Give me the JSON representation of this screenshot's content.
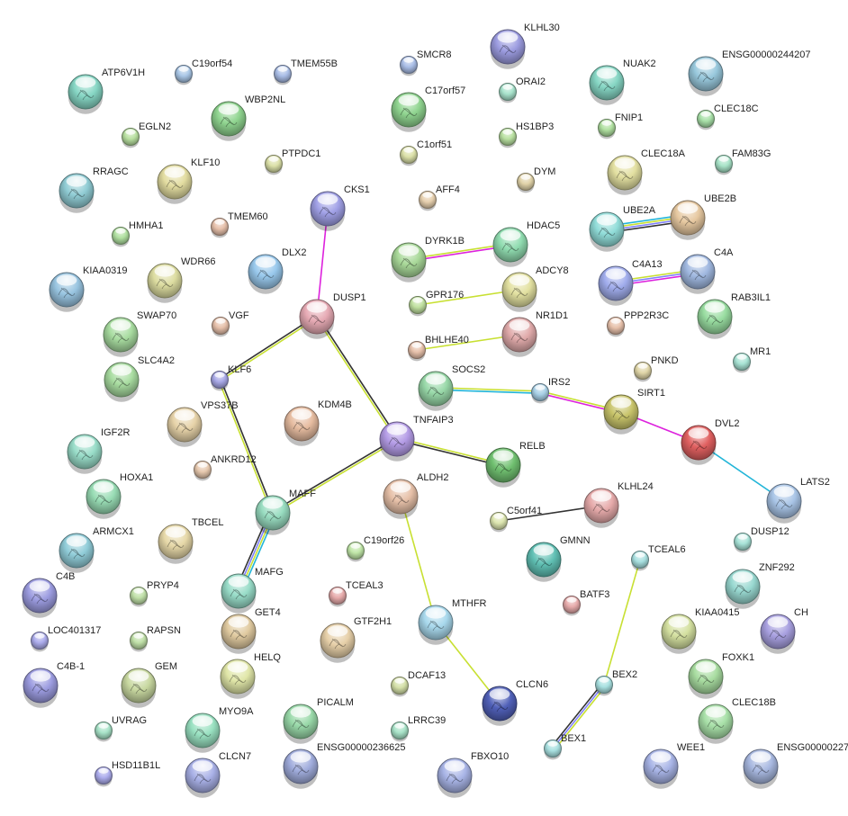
{
  "evidence_colors": {
    "text": "#c8e032",
    "coexp": "#333333",
    "exp": "#dd22dd",
    "db": "#22b5d8",
    "homology": "#8080ff"
  },
  "nodes": [
    {
      "name": "ATP6V1H",
      "color": "#86d6c4"
    },
    {
      "name": "C19orf54",
      "color": "#a9c6e6"
    },
    {
      "name": "TMEM55B",
      "color": "#a9bde6"
    },
    {
      "name": "SMCR8",
      "color": "#a9bde6"
    },
    {
      "name": "KLHL30",
      "color": "#9c9ce0"
    },
    {
      "name": "WBP2NL",
      "color": "#8fd48f"
    },
    {
      "name": "C17orf57",
      "color": "#8fd48f"
    },
    {
      "name": "ORAI2",
      "color": "#a8e3cc"
    },
    {
      "name": "NUAK2",
      "color": "#86d6c4"
    },
    {
      "name": "ENSG00000244207",
      "color": "#98c8dc"
    },
    {
      "name": "EGLN2",
      "color": "#b8e0a0"
    },
    {
      "name": "HS1BP3",
      "color": "#b8e0a0"
    },
    {
      "name": "FNIP1",
      "color": "#b0e0a0"
    },
    {
      "name": "CLEC18C",
      "color": "#a8e0a8"
    },
    {
      "name": "PTPDC1",
      "color": "#dbe0a8"
    },
    {
      "name": "C1orf51",
      "color": "#dbe0a8"
    },
    {
      "name": "RRAGC",
      "color": "#90ccd4"
    },
    {
      "name": "KLF10",
      "color": "#e2dca0"
    },
    {
      "name": "CLEC18A",
      "color": "#e2dfa0"
    },
    {
      "name": "DYM",
      "color": "#e0d2a8"
    },
    {
      "name": "FAM83G",
      "color": "#a8e3c8"
    },
    {
      "name": "AFF4",
      "color": "#e6cfae"
    },
    {
      "name": "CKS1",
      "color": "#a0a0e6"
    },
    {
      "name": "TMEM60",
      "color": "#e6c0aa"
    },
    {
      "name": "HMHA1",
      "color": "#b0e0a0"
    },
    {
      "name": "UBE2A",
      "color": "#90dcd8"
    },
    {
      "name": "UBE2B",
      "color": "#e6c8a0"
    },
    {
      "name": "DLX2",
      "color": "#98c8ec"
    },
    {
      "name": "DYRK1B",
      "color": "#a8d898"
    },
    {
      "name": "HDAC5",
      "color": "#90dcb0"
    },
    {
      "name": "KIAA0319",
      "color": "#98c4e0"
    },
    {
      "name": "WDR66",
      "color": "#dcdca0"
    },
    {
      "name": "C4A13",
      "color": "#a0acec"
    },
    {
      "name": "C4A",
      "color": "#a0b8e0"
    },
    {
      "name": "GPR176",
      "color": "#c0e0a0"
    },
    {
      "name": "ADCY8",
      "color": "#e2e0a0"
    },
    {
      "name": "DUSP1",
      "color": "#e6aab4"
    },
    {
      "name": "RAB3IL1",
      "color": "#98dca0"
    },
    {
      "name": "PPP2R3C",
      "color": "#e6c0aa"
    },
    {
      "name": "SWAP70",
      "color": "#a8dca0"
    },
    {
      "name": "VGF",
      "color": "#e6c0aa"
    },
    {
      "name": "NR1D1",
      "color": "#e0aaaa"
    },
    {
      "name": "BHLHE40",
      "color": "#e6c0aa"
    },
    {
      "name": "MR1",
      "color": "#a8e3d4"
    },
    {
      "name": "PNKD",
      "color": "#e0d6a8"
    },
    {
      "name": "SLC4A2",
      "color": "#a8dca0"
    },
    {
      "name": "KLF6",
      "color": "#a8a8e6"
    },
    {
      "name": "SOCS2",
      "color": "#98d8a8"
    },
    {
      "name": "IRS2",
      "color": "#a8d0e6"
    },
    {
      "name": "SIRT1",
      "color": "#c8c46a"
    },
    {
      "name": "VPS37B",
      "color": "#e6d2a8"
    },
    {
      "name": "KDM4B",
      "color": "#e6bca0"
    },
    {
      "name": "TNFAIP3",
      "color": "#b49ce6"
    },
    {
      "name": "DVL2",
      "color": "#e06060"
    },
    {
      "name": "IGF2R",
      "color": "#98dcc8"
    },
    {
      "name": "RELB",
      "color": "#70c070"
    },
    {
      "name": "ANKRD12",
      "color": "#e6c8ae"
    },
    {
      "name": "ALDH2",
      "color": "#e6c0a8"
    },
    {
      "name": "LATS2",
      "color": "#a8c4e6"
    },
    {
      "name": "HOXA1",
      "color": "#98dcb4"
    },
    {
      "name": "MAFF",
      "color": "#98dcc0"
    },
    {
      "name": "KLHL24",
      "color": "#e6aaaa"
    },
    {
      "name": "C5orf41",
      "color": "#dde6b0"
    },
    {
      "name": "TBCEL",
      "color": "#e6d8a8"
    },
    {
      "name": "ARMCX1",
      "color": "#90ccd8"
    },
    {
      "name": "C19orf26",
      "color": "#c0e6a8"
    },
    {
      "name": "GMNN",
      "color": "#60c0b4"
    },
    {
      "name": "DUSP12",
      "color": "#a8e3d8"
    },
    {
      "name": "TCEAL6",
      "color": "#a8e0e0"
    },
    {
      "name": "ZNF292",
      "color": "#98d8d0"
    },
    {
      "name": "C4B",
      "color": "#9c9ce0"
    },
    {
      "name": "PRYP4",
      "color": "#c0e0a8"
    },
    {
      "name": "MAFG",
      "color": "#98dcc8"
    },
    {
      "name": "TCEAL3",
      "color": "#e6aaaa"
    },
    {
      "name": "BATF3",
      "color": "#e6aaaa"
    },
    {
      "name": "GET4",
      "color": "#e0caa0"
    },
    {
      "name": "LOC401317",
      "color": "#acacec"
    },
    {
      "name": "RAPSN",
      "color": "#c0e0a8"
    },
    {
      "name": "MTHFR",
      "color": "#a8d8ec"
    },
    {
      "name": "GTF2H1",
      "color": "#e6cfa8"
    },
    {
      "name": "KIAA0415",
      "color": "#d4e0a0"
    },
    {
      "name": "CH",
      "color": "#a8a0e0"
    },
    {
      "name": "C4B-1",
      "color": "#9c9ce0"
    },
    {
      "name": "GEM",
      "color": "#c8d8a0"
    },
    {
      "name": "HELQ",
      "color": "#e0e6a8"
    },
    {
      "name": "DCAF13",
      "color": "#d4e0a8"
    },
    {
      "name": "FOXK1",
      "color": "#a8dca0"
    },
    {
      "name": "BEX2",
      "color": "#a8e0e0"
    },
    {
      "name": "CLCN6",
      "color": "#5060b8"
    },
    {
      "name": "PICALM",
      "color": "#98d8a8"
    },
    {
      "name": "CLEC18B",
      "color": "#a8e0a8"
    },
    {
      "name": "MYO9A",
      "color": "#98e0c0"
    },
    {
      "name": "UVRAG",
      "color": "#a8e3c8"
    },
    {
      "name": "LRRC39",
      "color": "#a8e3c8"
    },
    {
      "name": "BEX1",
      "color": "#a8e0e0"
    },
    {
      "name": "ENSG00000236625",
      "color": "#a0acdc"
    },
    {
      "name": "WEE1",
      "color": "#a8b4e6"
    },
    {
      "name": "ENSG00000227",
      "color": "#a8b8e0"
    },
    {
      "name": "CLCN7",
      "color": "#a8b0e6"
    },
    {
      "name": "FBXO10",
      "color": "#a8b4e6"
    },
    {
      "name": "HSD11B1L",
      "color": "#acacec"
    }
  ],
  "edges": [
    {
      "from": "CKS1",
      "to": "DUSP1",
      "evidence": [
        "exp"
      ]
    },
    {
      "from": "DUSP1",
      "to": "KLF6",
      "evidence": [
        "text",
        "coexp"
      ]
    },
    {
      "from": "DUSP1",
      "to": "TNFAIP3",
      "evidence": [
        "coexp",
        "text"
      ]
    },
    {
      "from": "KLF6",
      "to": "MAFF",
      "evidence": [
        "coexp",
        "text"
      ]
    },
    {
      "from": "TNFAIP3",
      "to": "MAFF",
      "evidence": [
        "text",
        "coexp"
      ]
    },
    {
      "from": "TNFAIP3",
      "to": "RELB",
      "evidence": [
        "text",
        "coexp"
      ]
    },
    {
      "from": "MAFF",
      "to": "MAFG",
      "evidence": [
        "db",
        "text",
        "homology",
        "coexp"
      ]
    },
    {
      "from": "DYRK1B",
      "to": "HDAC5",
      "evidence": [
        "text",
        "exp"
      ]
    },
    {
      "from": "GPR176",
      "to": "ADCY8",
      "evidence": [
        "text"
      ]
    },
    {
      "from": "BHLHE40",
      "to": "NR1D1",
      "evidence": [
        "text"
      ]
    },
    {
      "from": "UBE2A",
      "to": "UBE2B",
      "evidence": [
        "db",
        "text",
        "homology",
        "coexp"
      ]
    },
    {
      "from": "C4A13",
      "to": "C4A",
      "evidence": [
        "text",
        "homology",
        "exp"
      ]
    },
    {
      "from": "SOCS2",
      "to": "IRS2",
      "evidence": [
        "text",
        "db"
      ]
    },
    {
      "from": "IRS2",
      "to": "SIRT1",
      "evidence": [
        "text",
        "exp"
      ]
    },
    {
      "from": "SIRT1",
      "to": "DVL2",
      "evidence": [
        "exp"
      ]
    },
    {
      "from": "DVL2",
      "to": "LATS2",
      "evidence": [
        "db"
      ]
    },
    {
      "from": "ALDH2",
      "to": "MTHFR",
      "evidence": [
        "text"
      ]
    },
    {
      "from": "MTHFR",
      "to": "CLCN6",
      "evidence": [
        "text"
      ]
    },
    {
      "from": "C5orf41",
      "to": "KLHL24",
      "evidence": [
        "coexp"
      ]
    },
    {
      "from": "TCEAL6",
      "to": "BEX2",
      "evidence": [
        "text"
      ]
    },
    {
      "from": "BEX2",
      "to": "BEX1",
      "evidence": [
        "text",
        "homology",
        "coexp"
      ]
    }
  ]
}
